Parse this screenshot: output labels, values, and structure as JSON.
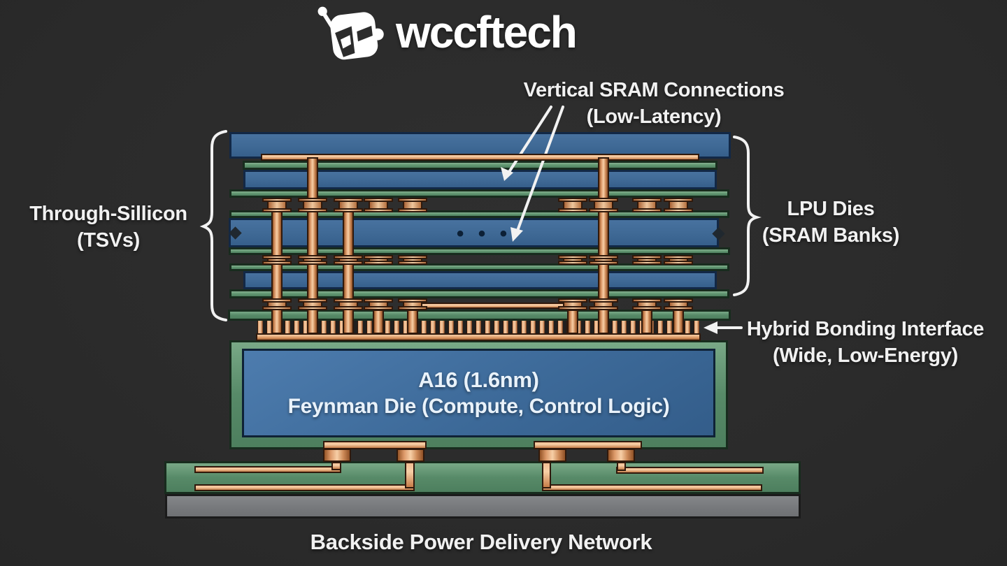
{
  "header": {
    "logo_text": "wccftech"
  },
  "annotations": {
    "vertical_sram": {
      "line1": "Vertical SRAM Connections",
      "line2": "(Low-Latency)"
    },
    "tsv": {
      "line1": "Through-Sillicon",
      "line2": "(TSVs)"
    },
    "lpu_dies": {
      "line1": "LPU Dies",
      "line2": "(SRAM Banks)"
    },
    "hybrid_bonding": {
      "line1": "Hybrid Bonding Interface",
      "line2": "(Wide, Low-Energy)"
    },
    "backside_power": "Backside Power Delivery Network"
  },
  "diagram": {
    "compute_die": {
      "line1": "A16 (1.6nm)",
      "line2": "Feynman Die (Compute, Control Logic)"
    },
    "continuation_dots": "• • •"
  },
  "colors": {
    "background": "#2c2c2c",
    "die_blue": "#3e6b9c",
    "interposer_green": "#5d9270",
    "copper": "#dd9a6a",
    "substrate_gray": "#7f8184",
    "text": "#f1f1f1"
  }
}
